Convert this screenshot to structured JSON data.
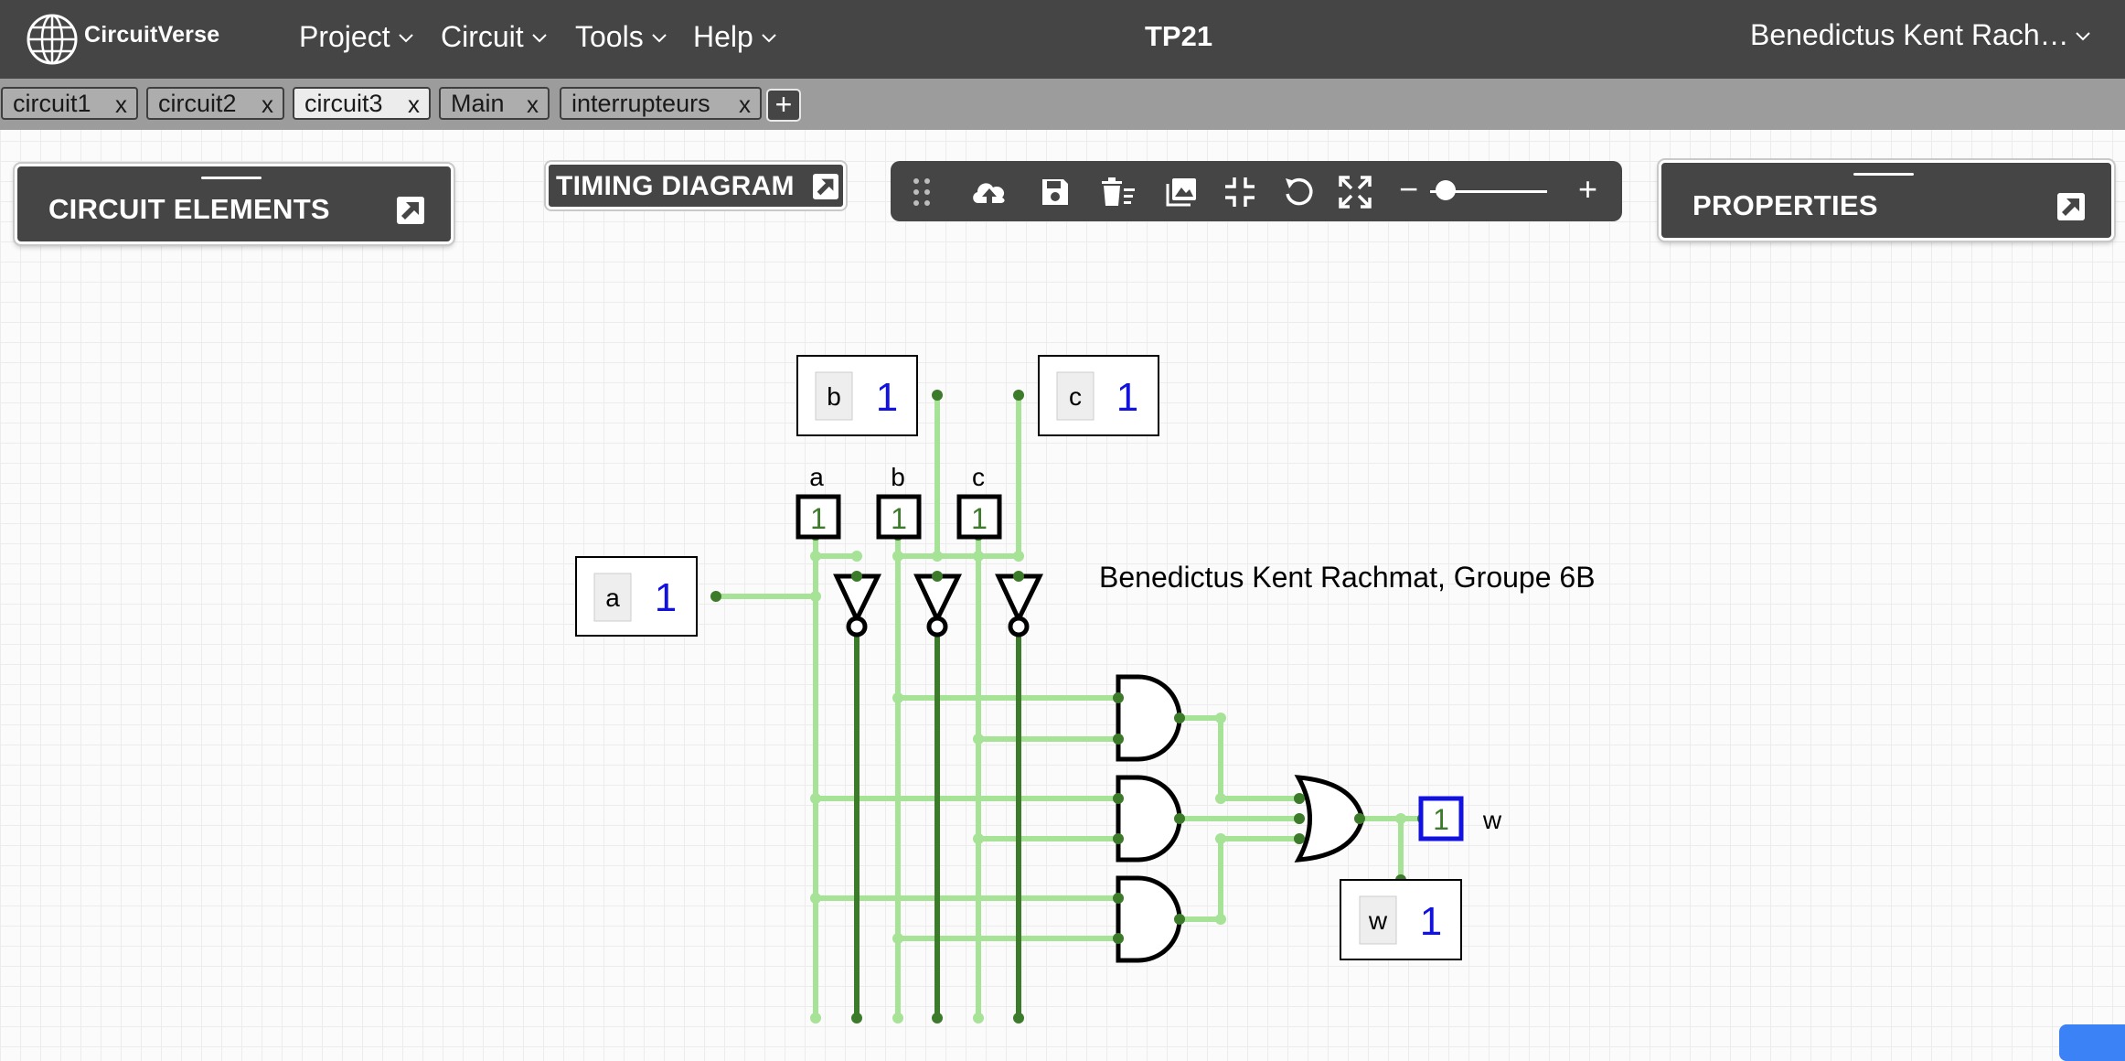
{
  "navbar": {
    "brand": "CircuitVerse",
    "menus": [
      "Project",
      "Circuit",
      "Tools",
      "Help"
    ],
    "project_title": "TP21",
    "user_name": "Benedictus Kent Rach…"
  },
  "tabs": [
    {
      "label": "circuit1",
      "close": "x",
      "active": false
    },
    {
      "label": "circuit2",
      "close": "x",
      "active": false
    },
    {
      "label": "circuit3",
      "close": "x",
      "active": true
    },
    {
      "label": "Main",
      "close": "x",
      "active": false
    },
    {
      "label": "interrupteurs",
      "close": "x",
      "active": false
    }
  ],
  "add_tab_label": "+",
  "panels": {
    "circuit_elements": "CIRCUIT ELEMENTS",
    "timing_diagram": "TIMING DIAGRAM",
    "properties": "PROPERTIES"
  },
  "toolbar": {
    "icons": [
      "drag-handle-icon",
      "cloud-upload-icon",
      "save-icon",
      "delete-selected-icon",
      "download-image-icon",
      "fit-to-screen-icon",
      "undo-icon",
      "fullscreen-icon"
    ],
    "zoom_minus": "−",
    "zoom_plus": "+"
  },
  "circuit": {
    "annotation": "Benedictus Kent Rachmat, Groupe 6B",
    "inputs": [
      {
        "label": "a",
        "value": "1"
      },
      {
        "label": "b",
        "value": "1"
      },
      {
        "label": "c",
        "value": "1"
      }
    ],
    "probes": [
      {
        "label": "a",
        "value": "1"
      },
      {
        "label": "b",
        "value": "1"
      },
      {
        "label": "c",
        "value": "1"
      }
    ],
    "output_probe": {
      "label": "w",
      "value": "1"
    },
    "output_display": {
      "label": "w",
      "value": "1"
    },
    "colors": {
      "wire_high": "#3b7b2a",
      "wire_low": "#a6e397",
      "value_text": "#1212e0"
    }
  }
}
